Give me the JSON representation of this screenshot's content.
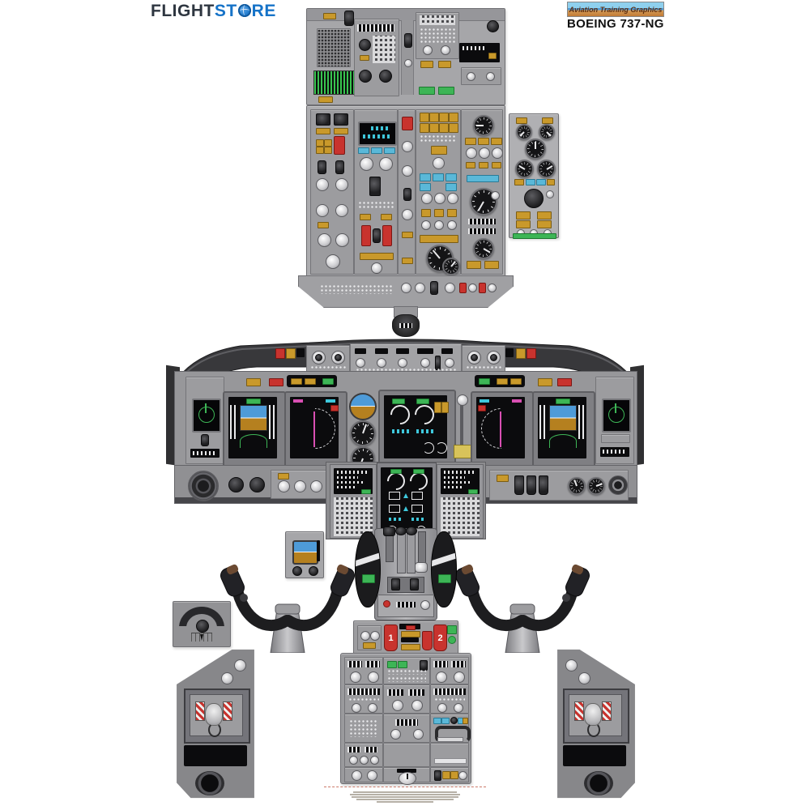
{
  "header": {
    "logo_part1": "FLIGHT",
    "logo_part2": "ST",
    "logo_part3": "RE",
    "badge_text": "Aviation Training Graphics",
    "title": "BOEING 737-NG"
  },
  "fire_panel": {
    "engine1_label": "1",
    "engine2_label": "2"
  },
  "colors": {
    "panel_gray": "#a6a6a9",
    "panel_dark": "#8f8f92",
    "glareshield_hood": "#38383b",
    "display_black": "#060608",
    "annunciator_amber": "#c9992b",
    "annunciator_blue": "#5ab8d8",
    "annunciator_green": "#3db556",
    "warning_red": "#c8332e",
    "efis_sky_blue": "#4e9bd8",
    "efis_ground_brown": "#b5801f",
    "nav_magenta": "#d84fb2",
    "ecam_cyan": "#3ec8dc",
    "logo_blue": "#1673c8",
    "logo_dark": "#2e3640"
  }
}
